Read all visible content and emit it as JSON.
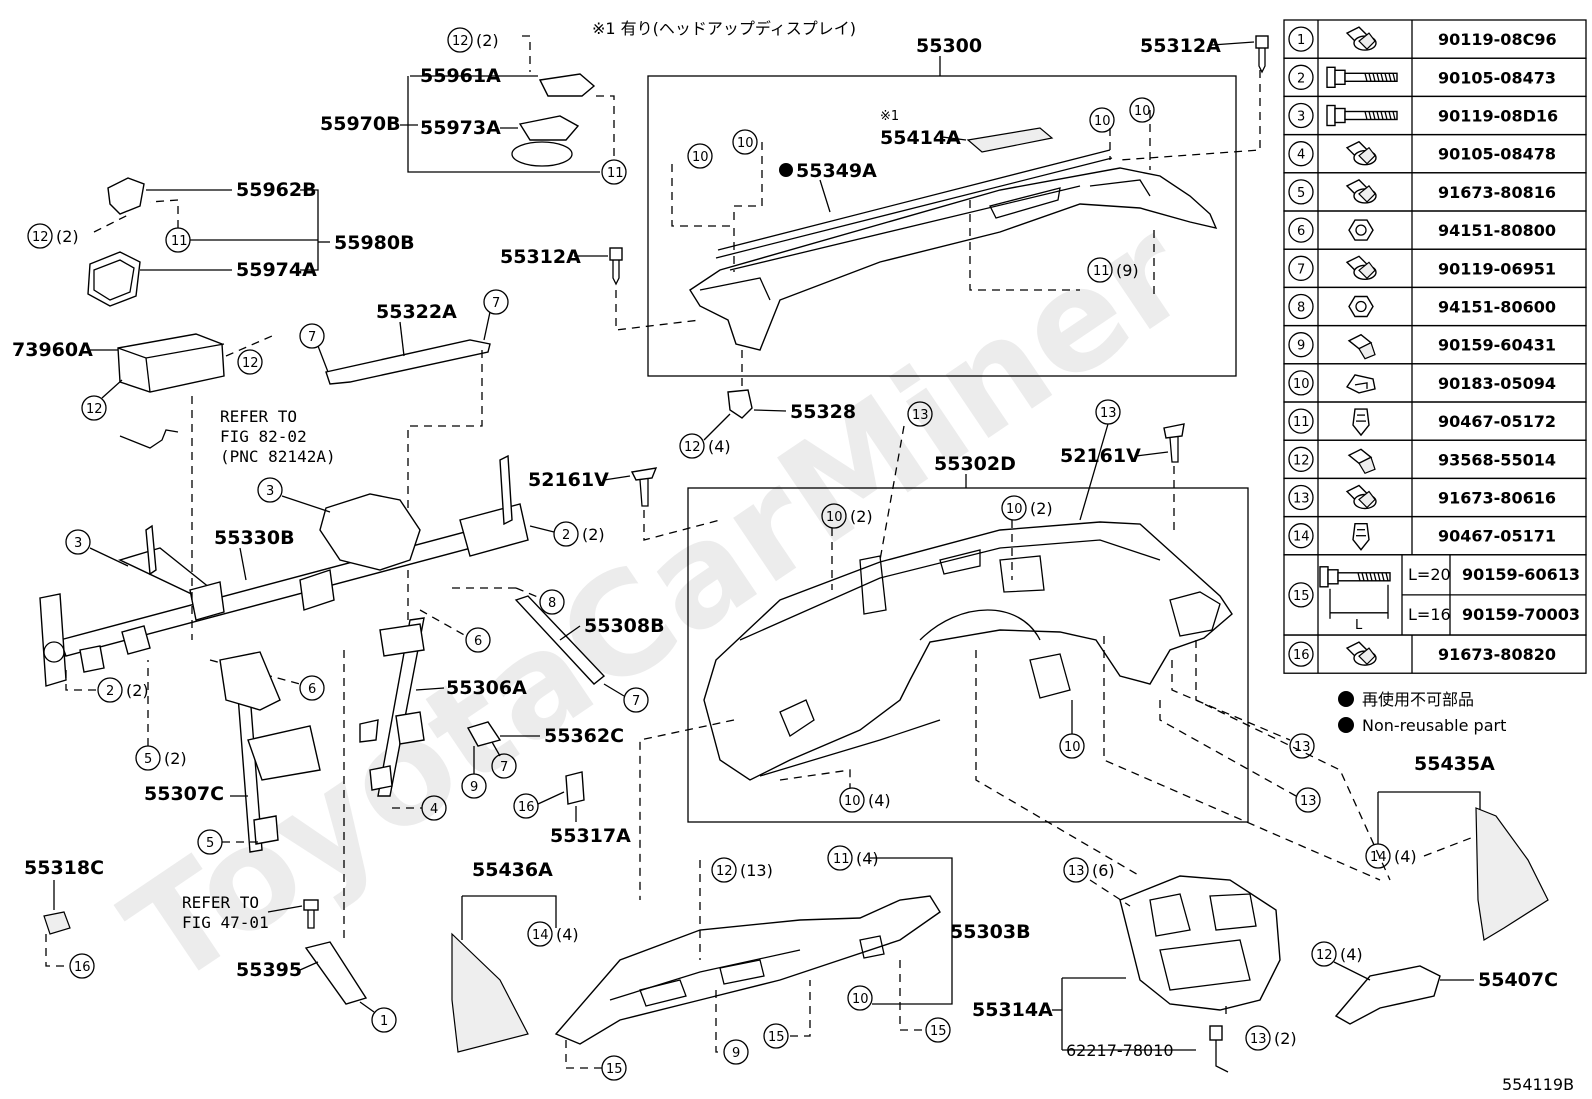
{
  "header_note": "※1 有り(ヘッドアップディスプレイ)",
  "watermark": "ToyotaCarMiner",
  "figure_code": "554119B",
  "legend": {
    "mark_ja": "再使用不可部品",
    "mark_en": "Non-reusable part"
  },
  "refer_1": {
    "line1": "REFER TO",
    "line2": "FIG 82-02",
    "line3": "(PNC 82142A)"
  },
  "refer_2": {
    "line1": "REFER TO",
    "line2": "FIG 47-01"
  },
  "note_mark": "※1",
  "labels": {
    "p55300": "55300",
    "p55312A_top": "55312A",
    "p55312A_left": "55312A",
    "p55961A": "55961A",
    "p55970B": "55970B",
    "p55973A": "55973A",
    "p55414A": "55414A",
    "p55349A": "55349A",
    "p55962B": "55962B",
    "p55980B": "55980B",
    "p55974A": "55974A",
    "p55322A": "55322A",
    "p73960A": "73960A",
    "p55328": "55328",
    "p52161V_right": "52161V",
    "p52161V_left": "52161V",
    "p55302D": "55302D",
    "p55330B": "55330B",
    "p55308B": "55308B",
    "p55306A": "55306A",
    "p55362C": "55362C",
    "p55307C": "55307C",
    "p55317A": "55317A",
    "p55435A": "55435A",
    "p55318C": "55318C",
    "p55436A": "55436A",
    "p55303B": "55303B",
    "p55395": "55395",
    "p55314A": "55314A",
    "p55407C": "55407C",
    "p62217": "62217-78010"
  },
  "qty": {
    "q2": "(2)",
    "q4": "(4)",
    "q9": "(9)",
    "q13": "(13)",
    "q6": "(6)"
  },
  "parts_table": [
    {
      "ref": "1",
      "part_no": "90119-08C96",
      "icon": "flange-bolt-icon"
    },
    {
      "ref": "2",
      "part_no": "90105-08473",
      "icon": "long-bolt-icon"
    },
    {
      "ref": "3",
      "part_no": "90119-08D16",
      "icon": "long-bolt-icon"
    },
    {
      "ref": "4",
      "part_no": "90105-08478",
      "icon": "flange-bolt-icon"
    },
    {
      "ref": "5",
      "part_no": "91673-80816",
      "icon": "flange-bolt-icon"
    },
    {
      "ref": "6",
      "part_no": "94151-80800",
      "icon": "hex-nut-icon"
    },
    {
      "ref": "7",
      "part_no": "90119-06951",
      "icon": "flange-bolt-icon"
    },
    {
      "ref": "8",
      "part_no": "94151-80600",
      "icon": "hex-nut-icon"
    },
    {
      "ref": "9",
      "part_no": "90159-60431",
      "icon": "screw-icon"
    },
    {
      "ref": "10",
      "part_no": "90183-05094",
      "icon": "clip-nut-icon"
    },
    {
      "ref": "11",
      "part_no": "90467-05172",
      "icon": "push-clip-icon"
    },
    {
      "ref": "12",
      "part_no": "93568-55014",
      "icon": "screw-icon"
    },
    {
      "ref": "13",
      "part_no": "91673-80616",
      "icon": "flange-bolt-icon"
    },
    {
      "ref": "14",
      "part_no": "90467-05171",
      "icon": "push-clip-icon"
    },
    {
      "ref": "16",
      "part_no": "91673-80820",
      "icon": "flange-bolt-icon"
    }
  ],
  "row15": {
    "ref": "15",
    "a_len": "L=20",
    "a_part": "90159-60613",
    "b_len": "L=16",
    "b_part": "90159-70003",
    "dim": "L"
  },
  "callouts": {
    "c1": "1",
    "c2": "2",
    "c3": "3",
    "c4": "4",
    "c5": "5",
    "c6": "6",
    "c7": "7",
    "c8": "8",
    "c9": "9",
    "c10": "10",
    "c11": "11",
    "c12": "12",
    "c13": "13",
    "c14": "14",
    "c15": "15",
    "c16": "16"
  }
}
